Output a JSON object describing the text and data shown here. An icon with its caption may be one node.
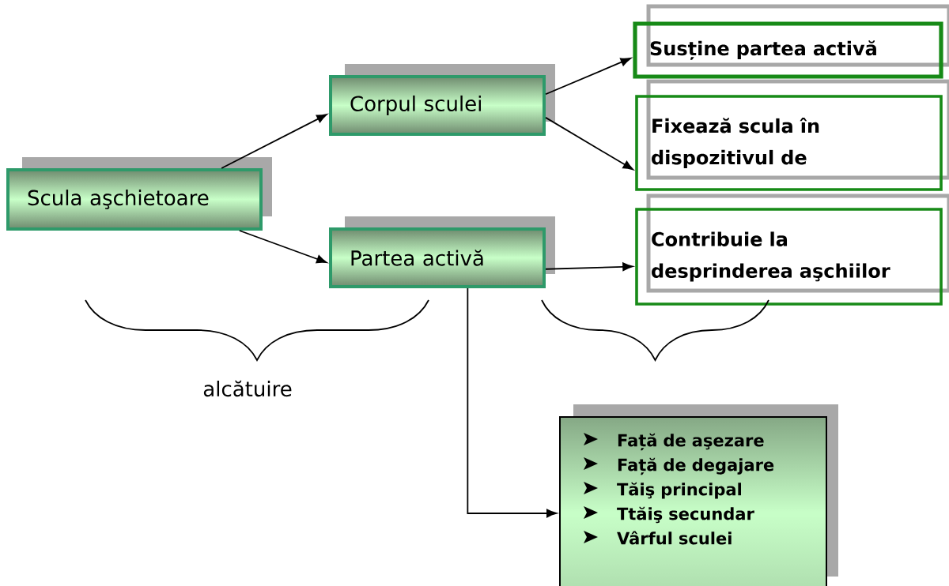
{
  "diagram": {
    "nodes": [
      {
        "text": [
          "Scula aşchietoare"
        ]
      },
      {
        "text": [
          "Corpul sculei"
        ]
      },
      {
        "text": [
          "Partea activă"
        ]
      },
      {
        "text": [
          "Susține partea activă"
        ]
      },
      {
        "text": [
          "Fixează scula în dispozitivul de"
        ]
      },
      {
        "text": [
          "Contribuie la desprinderea aşchiilor"
        ]
      },
      {
        "text": [
          "Față de aşezare",
          "Față de degajare",
          "Tăiş principal",
          "Ttăiş secundar",
          "Vârful sculei"
        ]
      }
    ],
    "edges": [
      {
        "from": 0,
        "to": 1,
        "arrow": "to"
      },
      {
        "from": 0,
        "to": 2,
        "arrow": "to"
      },
      {
        "from": 1,
        "to": 3,
        "arrow": "to"
      },
      {
        "from": 1,
        "to": 4,
        "arrow": "to"
      },
      {
        "from": 2,
        "to": 5,
        "arrow": "to"
      },
      {
        "from": 2,
        "to": 6,
        "arrow": "to"
      }
    ],
    "labels": [
      "alcătuire"
    ]
  }
}
